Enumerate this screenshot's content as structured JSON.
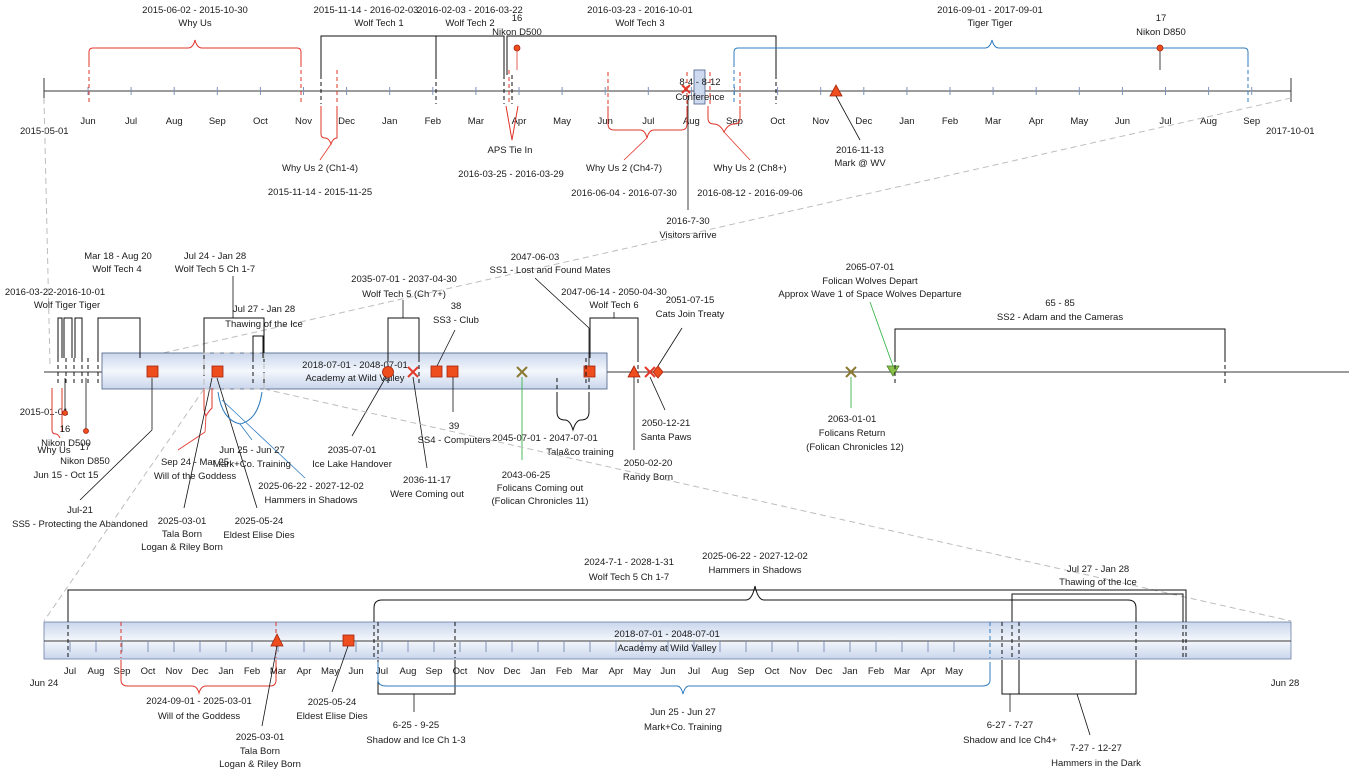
{
  "timeline1": {
    "start_label": "2015-05-01",
    "end_label": "2017-10-01",
    "months": [
      "Jun",
      "Jul",
      "Aug",
      "Sep",
      "Oct",
      "Nov",
      "Dec",
      "Jan",
      "Feb",
      "Mar",
      "Apr",
      "May",
      "Jun",
      "Jul",
      "Aug",
      "Sep",
      "Oct",
      "Nov",
      "Dec",
      "Jan",
      "Feb",
      "Mar",
      "Apr",
      "May",
      "Jun",
      "Jul",
      "Aug",
      "Sep"
    ],
    "events": {
      "why_us": {
        "dates": "2015-06-02 - 2015-10-30",
        "name": "Why Us"
      },
      "wolf_tech_1": {
        "dates": "2015-11-14 - 2016-02-03",
        "name": "Wolf Tech 1"
      },
      "wolf_tech_2": {
        "dates": "2016-02-03 - 2016-03-22",
        "name": "Wolf Tech 2"
      },
      "nikon_d500": {
        "value": "16",
        "name": "Nikon D500"
      },
      "wolf_tech_3": {
        "dates": "2016-03-23 - 2016-10-01",
        "name": "Wolf Tech 3"
      },
      "tiger_tiger": {
        "dates": "2016-09-01 - 2017-09-01",
        "name": "Tiger Tiger"
      },
      "nikon_d850": {
        "value": "17",
        "name": "Nikon D850"
      },
      "conference": {
        "dates": "8-4 - 8-12",
        "name": "Conference"
      },
      "why_us_2_ch1_4": {
        "name": "Why Us 2 (Ch1-4)",
        "dates": "2015-11-14 - 2015-11-25"
      },
      "aps_tie_in": {
        "name": "APS Tie In",
        "dates": "2016-03-25 - 2016-03-29"
      },
      "why_us_2_ch4_7": {
        "name": "Why Us 2 (Ch4-7)",
        "dates": "2016-06-04 - 2016-07-30"
      },
      "why_us_2_ch8": {
        "name": "Why Us 2 (Ch8+)",
        "dates": "2016-08-12 - 2016-09-06"
      },
      "mark_wv": {
        "date": "2016-11-13",
        "name": "Mark @ WV"
      },
      "visitors": {
        "date": "2016-7-30",
        "name": "Visitors arrive"
      }
    }
  },
  "timeline2": {
    "start_label": "2015-01-01",
    "overlap_label": "2016-03-22-2016-10-01",
    "overlap_names": "Wolf Tiger Tiger",
    "events": {
      "wolf_tech_4": {
        "dates": "Mar 18 - Aug 20",
        "name": "Wolf Tech 4"
      },
      "wolf_tech_5": {
        "dates": "Jul 24 - Jan 28",
        "name": "Wolf Tech 5  Ch 1-7"
      },
      "thawing": {
        "dates": "Jul 27 - Jan 28",
        "name": "Thawing of the Ice"
      },
      "wolf_tech_5_ch7": {
        "dates": "2035-07-01 - 2037-04-30",
        "name": "Wolf Tech 5 (Ch 7+)"
      },
      "ss3": {
        "value": "38",
        "name": "SS3 - Club"
      },
      "ss1": {
        "date": "2047-06-03",
        "name": "SS1 - Lost and Found Mates"
      },
      "wolf_tech_6": {
        "dates": "2047-06-14 - 2050-04-30",
        "name": "Wolf Tech 6"
      },
      "cats": {
        "date": "2051-07-15",
        "name": "Cats Join Treaty"
      },
      "folican_depart": {
        "date": "2065-07-01",
        "name": "Folican Wolves Depart",
        "sub": "Approx Wave 1 of Space Wolves Departure"
      },
      "ss2": {
        "value": "65 - 85",
        "name": "SS2 - Adam and the Cameras"
      },
      "academy": {
        "dates": "2018-07-01 - 2048-07-01",
        "name": "Academy at Wild Valley"
      },
      "why_us": {
        "name": "Why Us",
        "dates": "Jun 15 - Oct 15"
      },
      "nikon_d500": {
        "value": "16",
        "name": "Nikon D500"
      },
      "nikon_d850": {
        "value": "17",
        "name": "Nikon D850"
      },
      "ss5": {
        "date": "Jul-21",
        "name": "SS5 - Protecting the Abandoned"
      },
      "will_goddess": {
        "dates": "Sep 24 - Mar 25",
        "name": "Will of the Goddess"
      },
      "tala": {
        "date": "2025-03-01",
        "name": "Tala Born",
        "sub": "Logan & Riley Born"
      },
      "eldest": {
        "date": "2025-05-24",
        "name": "Eldest Elise Dies"
      },
      "mark_training": {
        "dates": "Jun 25 - Jun 27",
        "name": "Mark+Co. Training"
      },
      "hammers": {
        "dates": "2025-06-22 - 2027-12-02",
        "name": "Hammers in Shadows"
      },
      "ice_lake": {
        "date": "2035-07-01",
        "name": "Ice Lake Handover"
      },
      "coming_out": {
        "date": "2036-11-17",
        "name": "Were Coming out"
      },
      "ss4": {
        "value": "39",
        "name": "SS4 - Computers"
      },
      "folicans_coming": {
        "date": "2043-06-25",
        "name": "Folicans Coming out",
        "sub": "(Folican Chronicles 11)"
      },
      "tala_training": {
        "dates": "2045-07-01 - 2047-07-01",
        "name": "Tala&co training"
      },
      "randy": {
        "date": "2050-02-20",
        "name": "Randy Born"
      },
      "santa": {
        "date": "2050-12-21",
        "name": "Santa Paws"
      },
      "folicans_return": {
        "date": "2063-01-01",
        "name": "Folicans Return",
        "sub": "(Folican Chronicles 12)"
      }
    }
  },
  "timeline3": {
    "start_label": "Jun 24",
    "end_label": "Jun 28",
    "months": [
      "Jul",
      "Aug",
      "Sep",
      "Oct",
      "Nov",
      "Dec",
      "Jan",
      "Feb",
      "Mar",
      "Apr",
      "May",
      "Jun",
      "Jul",
      "Aug",
      "Sep",
      "Oct",
      "Nov",
      "Dec",
      "Jan",
      "Feb",
      "Mar",
      "Apr",
      "May",
      "Jun",
      "Jul",
      "Aug",
      "Sep",
      "Oct",
      "Nov",
      "Dec",
      "Jan",
      "Feb",
      "Mar",
      "Apr",
      "May"
    ],
    "events": {
      "wolf_tech_5": {
        "dates": "2024-7-1 - 2028-1-31",
        "name": "Wolf Tech 5  Ch 1-7"
      },
      "hammers": {
        "dates": "2025-06-22 - 2027-12-02",
        "name": "Hammers in Shadows"
      },
      "thawing": {
        "dates": "Jul 27 - Jan 28",
        "name": "Thawing of the Ice"
      },
      "academy": {
        "dates": "2018-07-01 - 2048-07-01",
        "name": "Academy at Wild Valley"
      },
      "will_goddess": {
        "dates": "2024-09-01 - 2025-03-01",
        "name": "Will of the Goddess"
      },
      "tala": {
        "date": "2025-03-01",
        "name": "Tala Born",
        "sub": "Logan & Riley Born"
      },
      "eldest": {
        "date": "2025-05-24",
        "name": "Eldest Elise Dies"
      },
      "shadow_ice_1": {
        "dates": "6-25 - 9-25",
        "name": "Shadow and Ice Ch 1-3"
      },
      "mark_training": {
        "dates": "Jun 25 - Jun 27",
        "name": "Mark+Co. Training"
      },
      "shadow_ice_4": {
        "dates": "6-27 - 7-27",
        "name": "Shadow and Ice Ch4+"
      },
      "hammers_dark": {
        "dates": "7-27 - 12-27",
        "name": "Hammers in the Dark"
      }
    }
  },
  "colors": {
    "accent_red": "#e0342a",
    "accent_blue": "#2f7cc0",
    "milestone": "#ee4e1e",
    "band": "#c9d6ec"
  }
}
